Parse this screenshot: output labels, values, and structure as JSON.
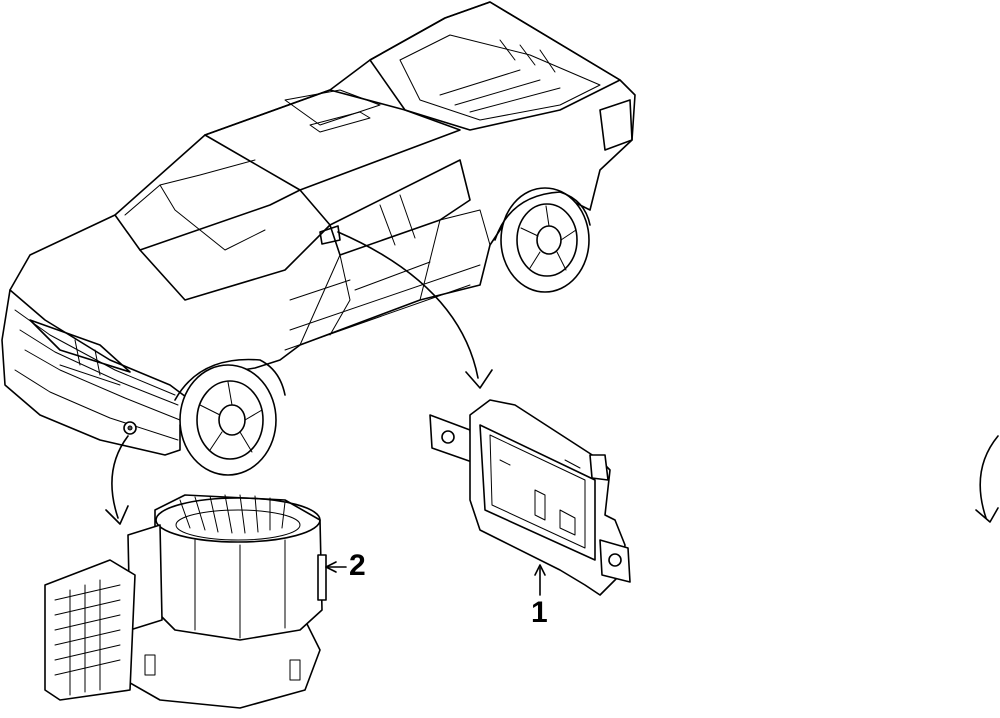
{
  "diagram": {
    "callouts": [
      {
        "id": "1",
        "label": "1",
        "part": "module"
      },
      {
        "id": "2",
        "label": "2",
        "part": "sensor"
      }
    ],
    "icons": [
      "truck-illustration",
      "module-illustration",
      "sensor-illustration"
    ],
    "colors": {
      "line": "#000000",
      "background": "#ffffff"
    }
  }
}
